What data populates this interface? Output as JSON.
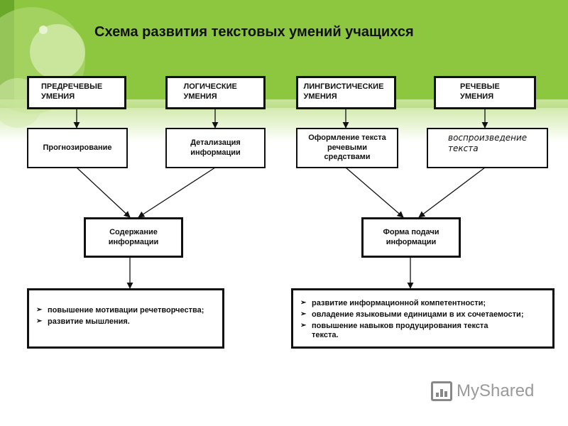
{
  "title": "Схема развития текстовых умений учащихся",
  "categories": [
    {
      "label": "ПРЕДРЕЧЕВЫЕ УМЕНИЯ"
    },
    {
      "label": "ЛОГИЧЕСКИЕ УМЕНИЯ"
    },
    {
      "label": "ЛИНГВИСТИЧЕСКИЕ УМЕНИЯ"
    },
    {
      "label": "РЕЧЕВЫЕ УМЕНИЯ"
    }
  ],
  "skills": [
    {
      "label": "Прогнозирование"
    },
    {
      "label": "Детализация информации"
    },
    {
      "label": "Оформление текста речевыми средствами"
    },
    {
      "label": "воспроизведение текста"
    }
  ],
  "aspects": [
    {
      "label": "Содержание информации"
    },
    {
      "label": "Форма подачи информации"
    }
  ],
  "outcomes": {
    "left": [
      "повышение мотивации речетворчества;",
      "развитие мышления."
    ],
    "right": [
      "развитие информационной компетентности;",
      "овладение языковыми единицами в их сочетаемости;",
      "повышение навыков продуцирования текста текста."
    ]
  },
  "bullet": "➢",
  "watermark": "MyShared",
  "colors": {
    "banner": "#8dc63f",
    "border": "#111111"
  }
}
